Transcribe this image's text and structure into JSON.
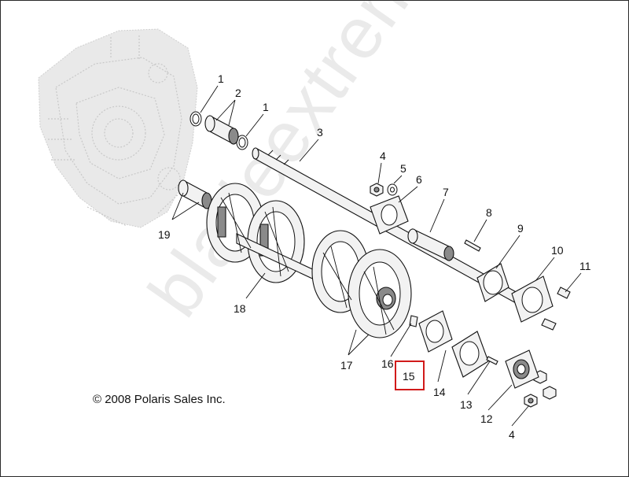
{
  "diagram": {
    "copyright": "© 2008 Polaris Sales Inc.",
    "watermark": "bladeextremelife.ru",
    "highlight_color": "#d11a1a",
    "callouts": [
      {
        "id": "c1a",
        "text": "1"
      },
      {
        "id": "c2",
        "text": "2"
      },
      {
        "id": "c1b",
        "text": "1"
      },
      {
        "id": "c3",
        "text": "3"
      },
      {
        "id": "c4a",
        "text": "4"
      },
      {
        "id": "c5",
        "text": "5"
      },
      {
        "id": "c6",
        "text": "6"
      },
      {
        "id": "c7",
        "text": "7"
      },
      {
        "id": "c8",
        "text": "8"
      },
      {
        "id": "c9",
        "text": "9"
      },
      {
        "id": "c10",
        "text": "10"
      },
      {
        "id": "c11",
        "text": "11"
      },
      {
        "id": "c19",
        "text": "19"
      },
      {
        "id": "c18",
        "text": "18"
      },
      {
        "id": "c17",
        "text": "17"
      },
      {
        "id": "c16",
        "text": "16"
      },
      {
        "id": "c15",
        "text": "15"
      },
      {
        "id": "c14",
        "text": "14"
      },
      {
        "id": "c13",
        "text": "13"
      },
      {
        "id": "c12",
        "text": "12"
      },
      {
        "id": "c4b",
        "text": "4"
      }
    ]
  }
}
